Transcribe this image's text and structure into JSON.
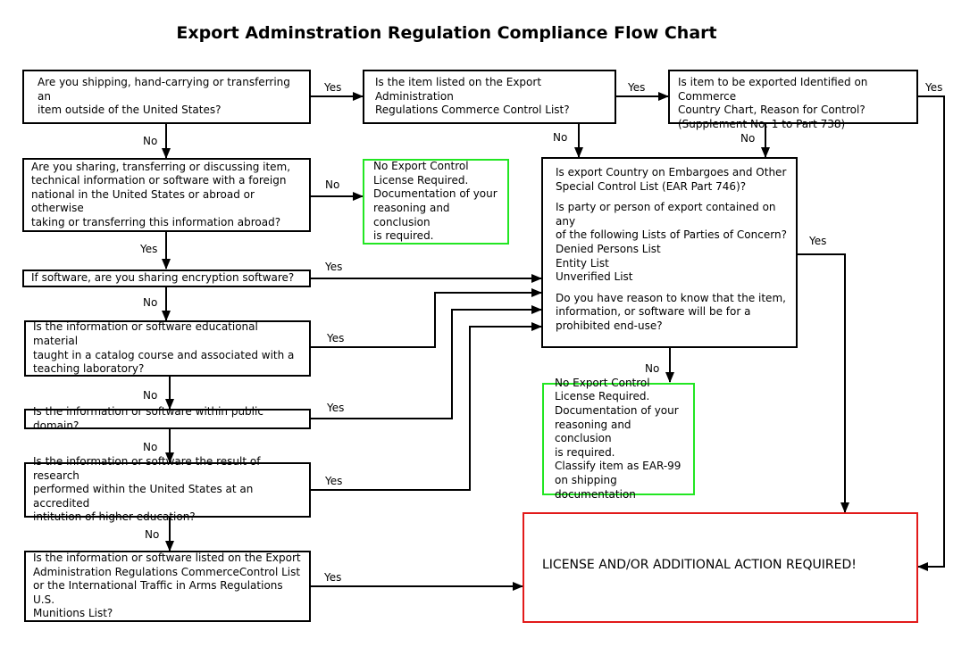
{
  "title": "Export Adminstration Regulation Compliance Flow Chart",
  "boxes": {
    "q_shipping": "Are you shipping, hand-carrying or transferring an\nitem outside of the United States?",
    "q_ccl": "Is the item listed on the Export Administration\nRegulations Commerce Control List?",
    "q_country_chart": "Is item to be exported Identified on Commerce\nCountry Chart, Reason for Control?\n(Supplement No. 1 to Part 738)",
    "q_sharing": "Are you sharing, transferring or discussing item,\ntechnical information or software with a foreign\nnational in the United States or abroad or otherwise\ntaking or transferring this information abroad?",
    "no_license_1": "No Export Control\nLicense Required.\nDocumentation of your\nreasoning and conclusion\nis required.",
    "q_embargo_p1": "Is export Country on Embargoes and Other\nSpecial Control List (EAR Part 746)?",
    "q_embargo_p2": "Is party or person of export contained on any\nof  the following Lists of Parties of Concern?\nDenied Persons List\nEntity List\nUnverified List",
    "q_embargo_p3": "Do you have reason to know that the item,\ninformation, or software will be for a\nprohibited end-use?",
    "q_encryption": "If software, are you sharing encryption software?",
    "q_educational": "Is the information or software educational material\ntaught in a catalog course and associated with a\nteaching laboratory?",
    "q_public_domain": "Is the information or software within public domain?",
    "no_license_2": "No Export Control\nLicense Required.\nDocumentation of your\nreasoning and conclusion\nis required.\nClassify item as EAR-99\non shipping documentation",
    "q_research": "Is the information or software the result of research\nperformed within the United States at an accredited\nintitution of higher education?",
    "q_itar": "Is the information or software listed on the Export\nAdministration Regulations CommerceControl List\nor the International Traffic in Arms Regulations U.S.\nMunitions List?",
    "license_required": "LICENSE AND/OR ADDITIONAL ACTION REQUIRED!"
  },
  "labels": {
    "yes": "Yes",
    "no": "No"
  }
}
